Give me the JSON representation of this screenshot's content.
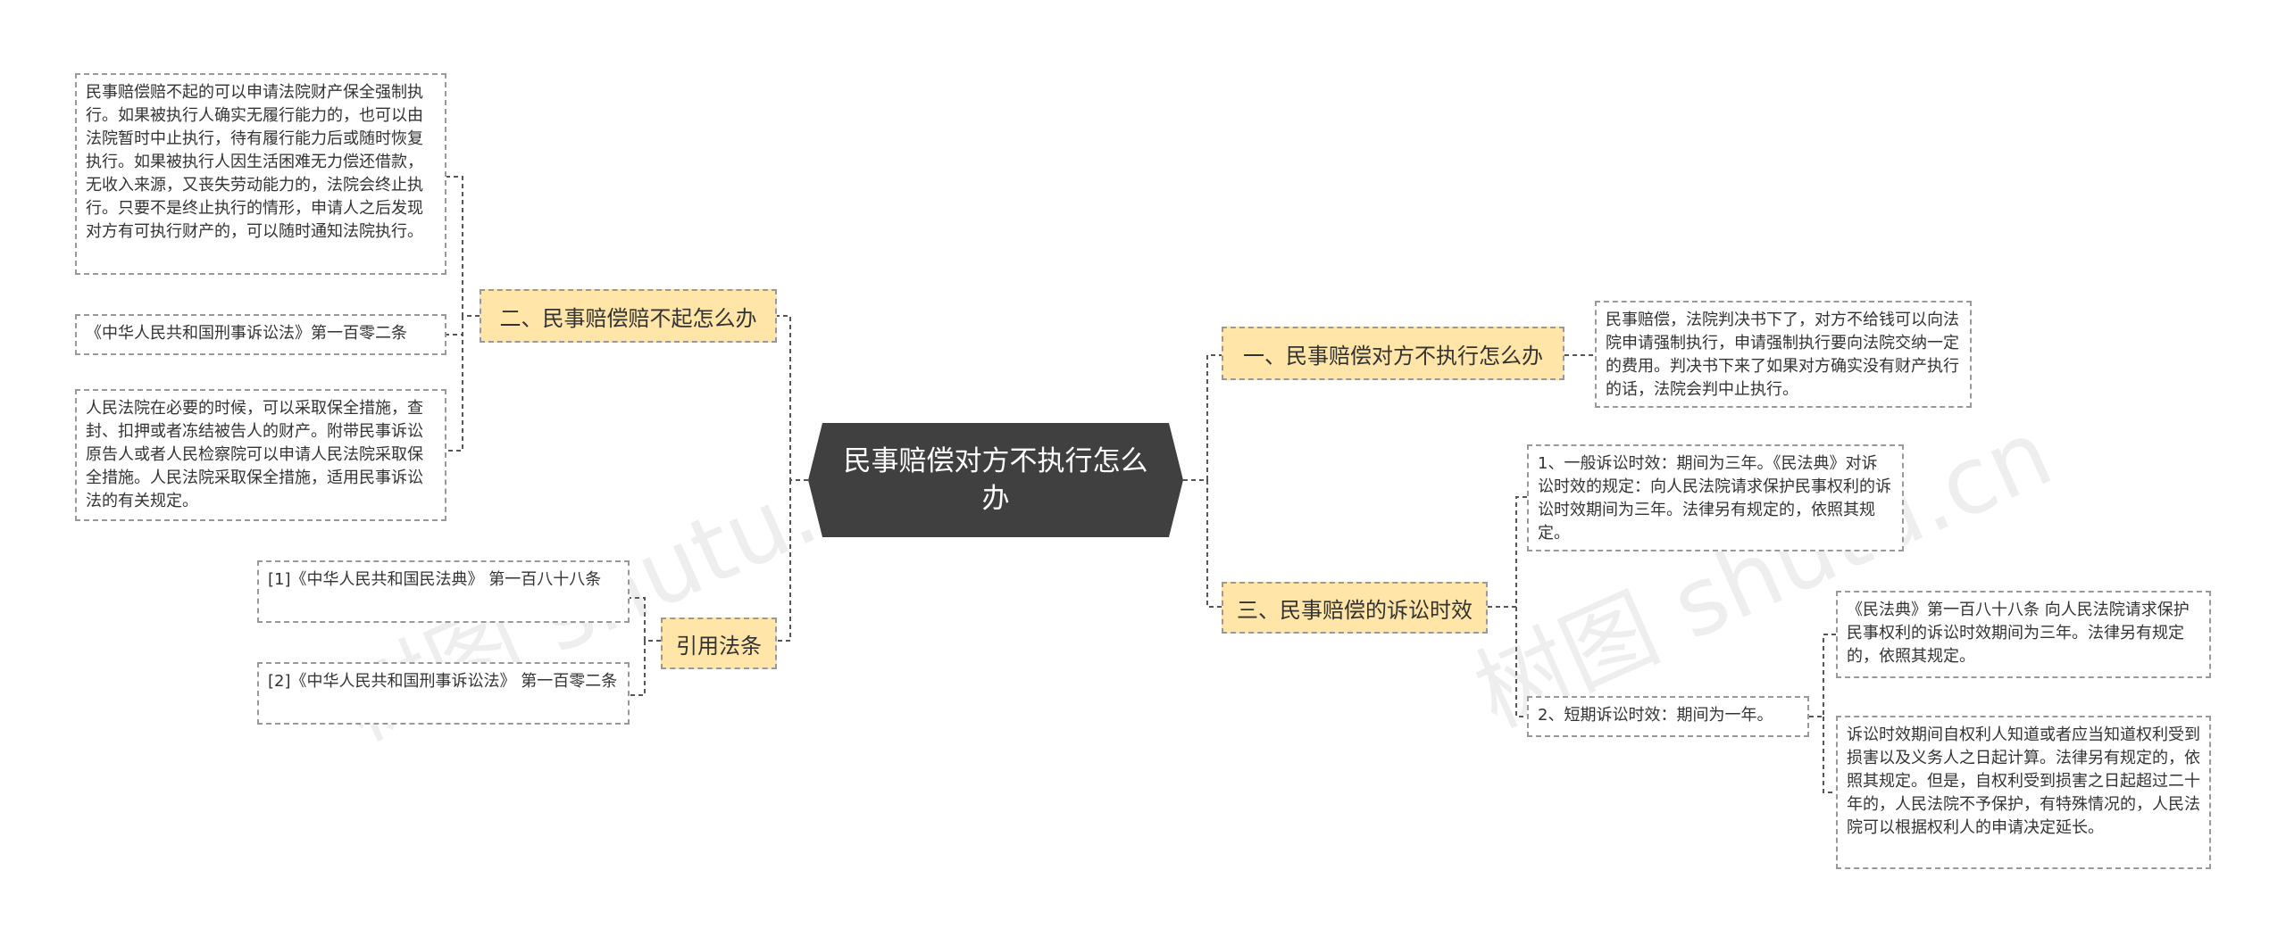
{
  "root": {
    "title": "民事赔偿对方不执行怎么办"
  },
  "branches": {
    "b1": "一、民事赔偿对方不执行怎么办",
    "b2": "二、民事赔偿赔不起怎么办",
    "b3": "三、民事赔偿的诉讼时效",
    "b4": "引用法条"
  },
  "leaves": {
    "b1_detail": "民事赔偿，法院判决书下了，对方不给钱可以向法院申请强制执行，申请强制执行要向法院交纳一定的费用。判决书下来了如果对方确实没有财产执行的话，法院会判中止执行。",
    "b2_detail1": "民事赔偿赔不起的可以申请法院财产保全强制执行。如果被执行人确实无履行能力的，也可以由法院暂时中止执行，待有履行能力后或随时恢复执行。如果被执行人因生活困难无力偿还借款，无收入来源，又丧失劳动能力的，法院会终止执行。只要不是终止执行的情形，申请人之后发现对方有可执行财产的，可以随时通知法院执行。",
    "b2_detail2": "《中华人民共和国刑事诉讼法》第一百零二条",
    "b2_detail3": "人民法院在必要的时候，可以采取保全措施，查封、扣押或者冻结被告人的财产。附带民事诉讼原告人或者人民检察院可以申请人民法院采取保全措施。人民法院采取保全措施，适用民事诉讼法的有关规定。",
    "b3_general": "1、一般诉讼时效：期间为三年。《民法典》对诉讼时效的规定：向人民法院请求保护民事权利的诉讼时效期间为三年。法律另有规定的，依照其规定。",
    "b3_short": "2、短期诉讼时效：期间为一年。",
    "b3_short_d1": "《民法典》第一百八十八条 向人民法院请求保护民事权利的诉讼时效期间为三年。法律另有规定的，依照其规定。",
    "b3_short_d2": "诉讼时效期间自权利人知道或者应当知道权利受到损害以及义务人之日起计算。法律另有规定的，依照其规定。但是，自权利受到损害之日起超过二十年的，人民法院不予保护，有特殊情况的，人民法院可以根据权利人的申请决定延长。",
    "b4_ref1": "[1]《中华人民共和国民法典》 第一百八十八条",
    "b4_ref2": "[2]《中华人民共和国刑事诉讼法》 第一百零二条"
  },
  "watermarks": [
    "树图 shutu.cn",
    "树图 shutu.cn"
  ],
  "colors": {
    "root_bg": "#404040",
    "branch_bg": "#ffe6a8",
    "border": "#999999",
    "connector": "#555555"
  }
}
